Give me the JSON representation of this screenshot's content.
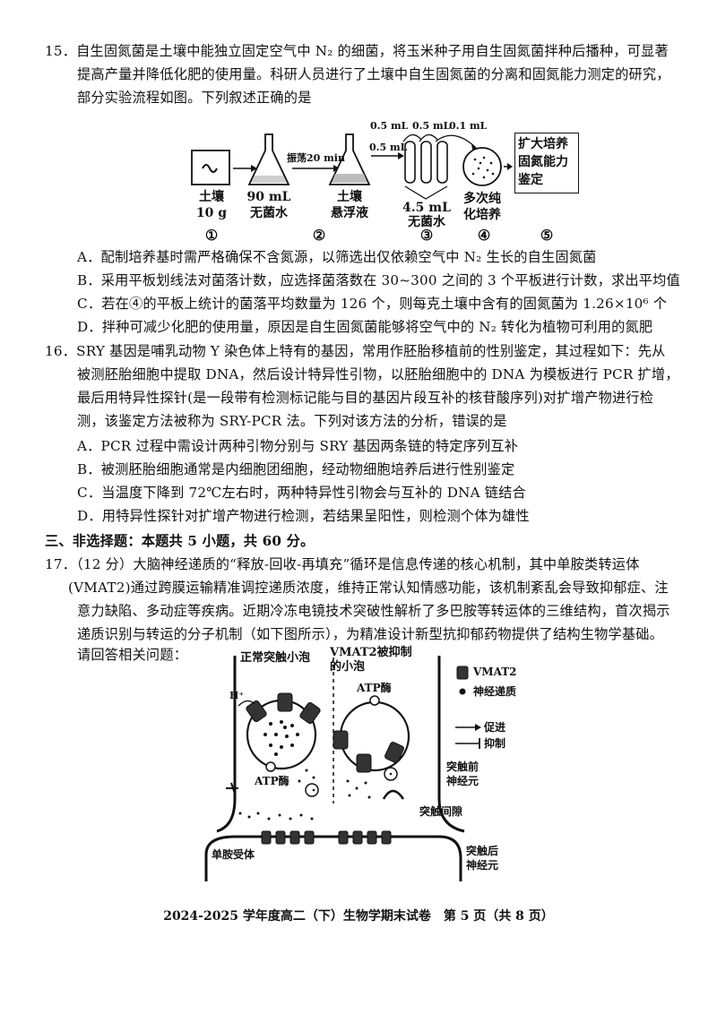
{
  "q15": {
    "lines": [
      "15．自生固氮菌是土壤中能独立固定空气中 N₂ 的细菌，将玉米种子用自生固氮菌拌种后播种，可显著",
      "提高产量并降低化肥的使用量。科研人员进行了土壤中自生固氮菌的分离和固氮能力测定的研究，",
      "部分实验流程如图。下列叙述正确的是"
    ],
    "diagram": {
      "soil_label": "土壤",
      "soil_mass": "10 g",
      "flask1_label_1": "90 mL",
      "flask1_label_2": "无菌水",
      "shake_label": "振荡20 min",
      "flask2_label_1": "土壤",
      "flask2_label_2": "悬浮液",
      "transfer_label": "0.5 mL",
      "top_labels": [
        "0.5 mL",
        "0.5 mL",
        "0.1 mL"
      ],
      "tubes_label_1": "4.5 mL",
      "tubes_label_2": "无菌水",
      "plate_label_1": "多次纯",
      "plate_label_2": "化培养",
      "final_box": [
        "扩大培养",
        "固氮能力",
        "鉴定"
      ],
      "steps": [
        "①",
        "②",
        "③",
        "④",
        "⑤"
      ]
    },
    "options": [
      "A．配制培养基时需严格确保不含氮源，以筛选出仅依赖空气中 N₂ 生长的自生固氮菌",
      "B．采用平板划线法对菌落计数，应选择菌落数在 30~300 之间的 3 个平板进行计数，求出平均值",
      "C．若在④的平板上统计的菌落平均数量为 126 个，则每克土壤中含有的固氮菌为 1.26×10⁶ 个",
      "D．拌种可减少化肥的使用量，原因是自生固氮菌能够将空气中的 N₂ 转化为植物可利用的氮肥"
    ]
  },
  "q16": {
    "lines": [
      "16．SRY 基因是哺乳动物 Y 染色体上特有的基因，常用作胚胎移植前的性别鉴定，其过程如下：先从",
      "被测胚胎细胞中提取 DNA，然后设计特异性引物，以胚胎细胞中的 DNA 为模板进行 PCR 扩增，",
      "最后用特异性探针(是一段带有检测标记能与目的基因片段互补的核苷酸序列)对扩增产物进行检",
      "测，该鉴定方法被称为 SRY-PCR 法。下列对该方法的分析，错误的是"
    ],
    "options": [
      "A．PCR 过程中需设计两种引物分别与 SRY 基因两条链的特定序列互补",
      "B．被测胚胎细胞通常是内细胞团细胞，经动物细胞培养后进行性别鉴定",
      "C．当温度下降到 72℃左右时，两种特异性引物会与互补的 DNA 链结合",
      "D．用特异性探针对扩增产物进行检测，若结果呈阳性，则检测个体为雄性"
    ]
  },
  "section3": "三、非选择题：本题共 5 小题，共 60 分。",
  "q17": {
    "lines": [
      "17．（12 分）大脑神经递质的“释放-回收-再填充”循环是信息传递的核心机制，其中单胺类转运体",
      "(VMAT2)通过跨膜运输精准调控递质浓度，维持正常认知情感功能，该机制紊乱会导致抑郁症、注",
      "意力缺陷、多动症等疾病。近期冷冻电镜技术突破性解析了多巴胺等转运体的三维结构，首次揭示",
      "递质识别与转运的分子机制（如下图所示），为精准设计新型抗抑郁药物提供了结构生物学基础。",
      "请回答相关问题："
    ],
    "diagram": {
      "normal_vesicle": "正常突触小泡",
      "inhibited_1": "VMAT2被抑制",
      "inhibited_2": "的小泡",
      "atp_top": "ATP酶",
      "atp_left": "ATP酶",
      "h_label": "H⁺",
      "legend_vmat2": "VMAT2",
      "legend_nt": "神经递质",
      "legend_promote": "促进",
      "legend_inhibit": "抑制",
      "presyn_1": "突触前",
      "presyn_2": "神经元",
      "cleft": "突触间隙",
      "receptor": "单胺受体",
      "postsyn_1": "突触后",
      "postsyn_2": "神经元"
    }
  },
  "footer": "2024-2025 学年度高二（下）生物学期末试卷　第 5 页（共 8 页）"
}
